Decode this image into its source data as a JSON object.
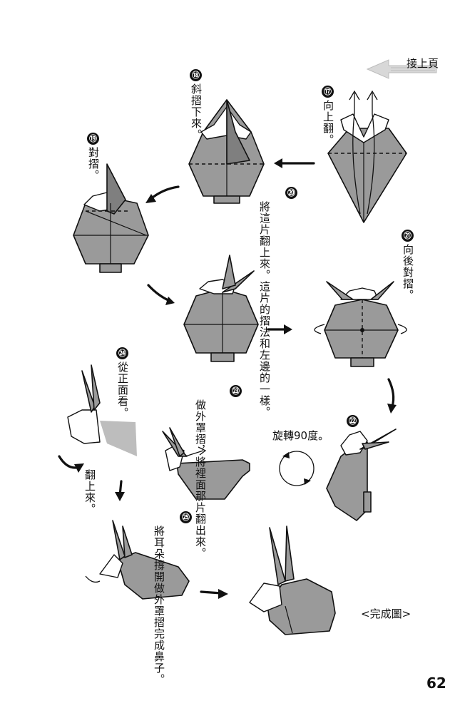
{
  "header": {
    "continued_label": "接上頁"
  },
  "steps": [
    {
      "number": "⑰",
      "text": "向上翻。"
    },
    {
      "number": "⑱",
      "text": "斜摺下來。"
    },
    {
      "number": "⑲",
      "text": "對摺。"
    },
    {
      "number": "⑳",
      "text": "將這片翻上來。這片的摺法和左邊的一樣。"
    },
    {
      "number": "㉑",
      "text": "向後對摺。"
    },
    {
      "number": "㉒",
      "text": "旋轉90度。"
    },
    {
      "number": "㉓",
      "text": "做外罩摺，將裡面那片翻出來。"
    },
    {
      "number": "㉔",
      "text": "從正面看。"
    },
    {
      "number": "㉕",
      "text": "將耳朵撐開做外罩摺完成鼻子。"
    }
  ],
  "notes": {
    "flip_up": "翻上來。",
    "finished": "<完成圖>"
  },
  "page_number": "62",
  "colors": {
    "paper": "#9a9a9a",
    "ink": "#111111"
  }
}
